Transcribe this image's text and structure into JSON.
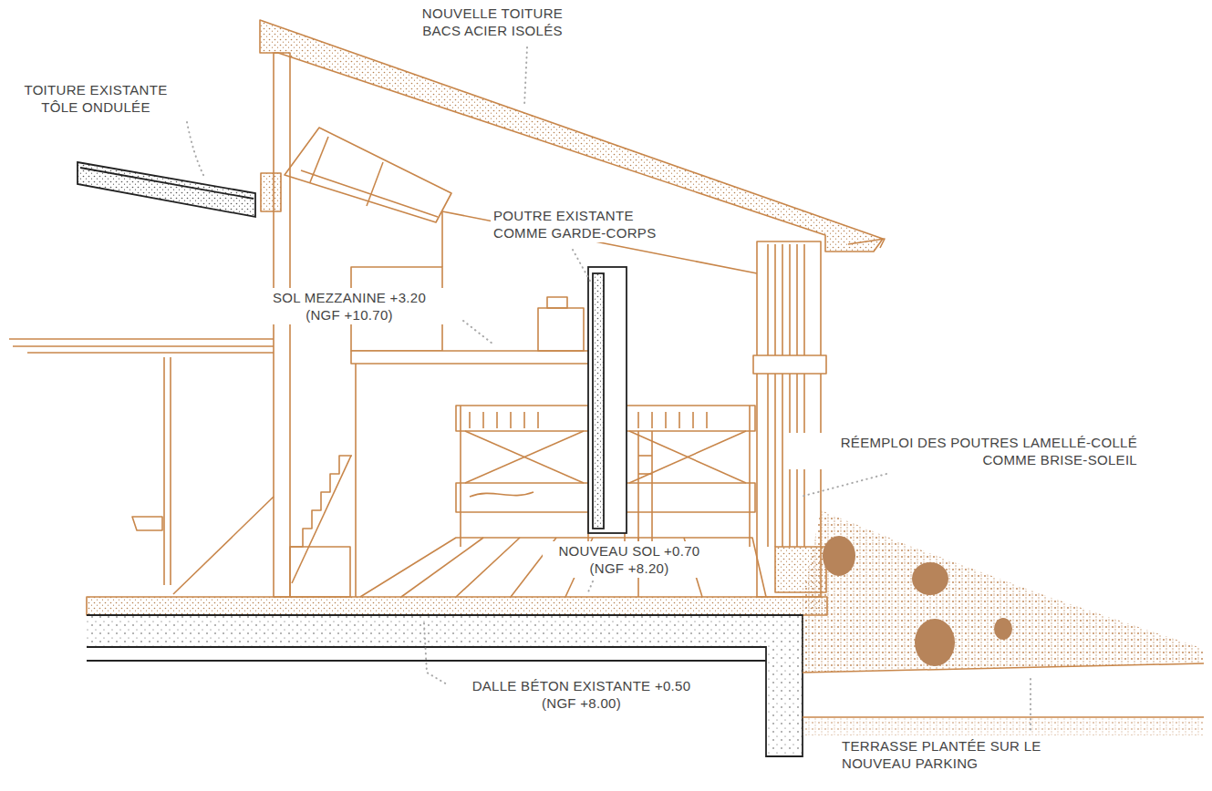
{
  "diagram": {
    "labels": [
      "NOUVELLE TOITURE BACS ACIER ISOLÉS",
      "TOITURE EXISTANTE TÔLE ONDULÉE",
      "POUTRE EXISTANTE COMME GARDE-CORPS",
      "SOL MEZZANINE +3.20 (NGF +10.70)",
      "RÉEMPLOI DES POUTRES LAMELLÉ-COLLÉ COMME BRISE-SOLEIL",
      "NOUVEAU SOL +0.70 (NGF +8.20)",
      "DALLE BÉTON EXISTANTE +0.50 (NGF +8.00)",
      "TERRASSE PLANTÉE SUR LE NOUVEAU PARKING"
    ]
  }
}
